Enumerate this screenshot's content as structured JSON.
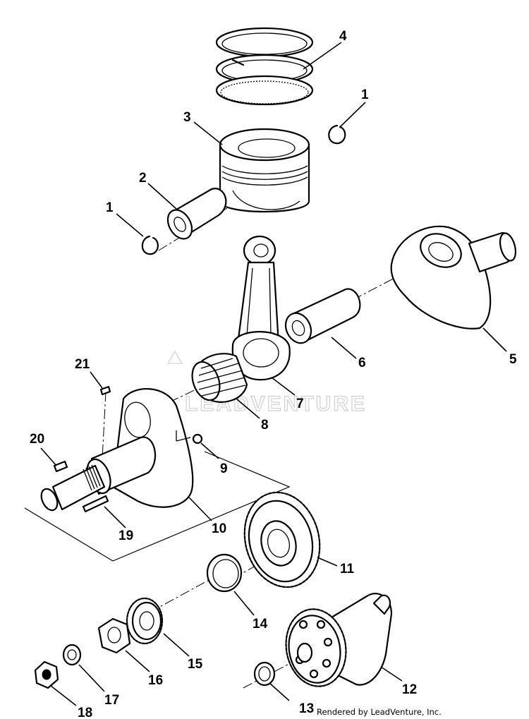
{
  "watermark": "LEADVENTURE",
  "credit": "Rendered by LeadVenture, Inc.",
  "callouts": [
    "1",
    "1",
    "2",
    "3",
    "4",
    "5",
    "6",
    "7",
    "8",
    "9",
    "10",
    "11",
    "12",
    "13",
    "14",
    "15",
    "16",
    "17",
    "18",
    "19",
    "20",
    "21"
  ],
  "parts": [
    "piston-pin-clip",
    "piston-pin",
    "piston",
    "piston-ring-set",
    "crankshaft-right-half",
    "crank-pin",
    "connecting-rod",
    "needle-bearing",
    "ball",
    "crankshaft-left-half",
    "primary-gear",
    "balancer-shaft",
    "washer",
    "shim",
    "drive-gear",
    "lock-nut",
    "washer",
    "hex-nut",
    "pin",
    "woodruff-key",
    "woodruff-key"
  ]
}
